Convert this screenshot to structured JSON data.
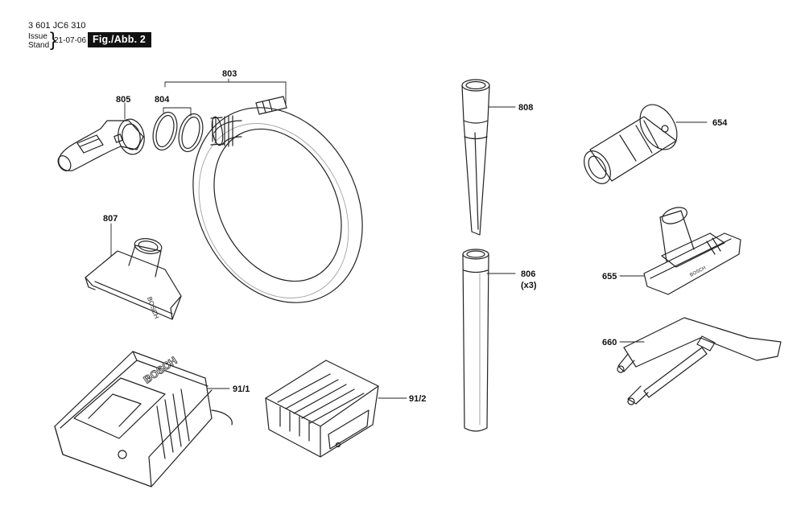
{
  "header": {
    "doc_number": "3 601 JC6 310",
    "issue_label": "Issue",
    "stand_label": "Stand",
    "issue_date": "21-07-06",
    "fig_label": "Fig./Abb. 2"
  },
  "parts": [
    {
      "id": "803",
      "label": "803"
    },
    {
      "id": "804",
      "label": "804"
    },
    {
      "id": "805",
      "label": "805"
    },
    {
      "id": "807",
      "label": "807"
    },
    {
      "id": "808",
      "label": "808"
    },
    {
      "id": "806",
      "label": "806",
      "qty": "(x3)"
    },
    {
      "id": "654",
      "label": "654"
    },
    {
      "id": "655",
      "label": "655"
    },
    {
      "id": "660",
      "label": "660"
    },
    {
      "id": "91/1",
      "label": "91/1"
    },
    {
      "id": "91/2",
      "label": "91/2"
    }
  ],
  "brand_marks": {
    "nozzle": "BOSCH",
    "charger": "BOSCH",
    "floor_nozzle": "BOSCH"
  }
}
